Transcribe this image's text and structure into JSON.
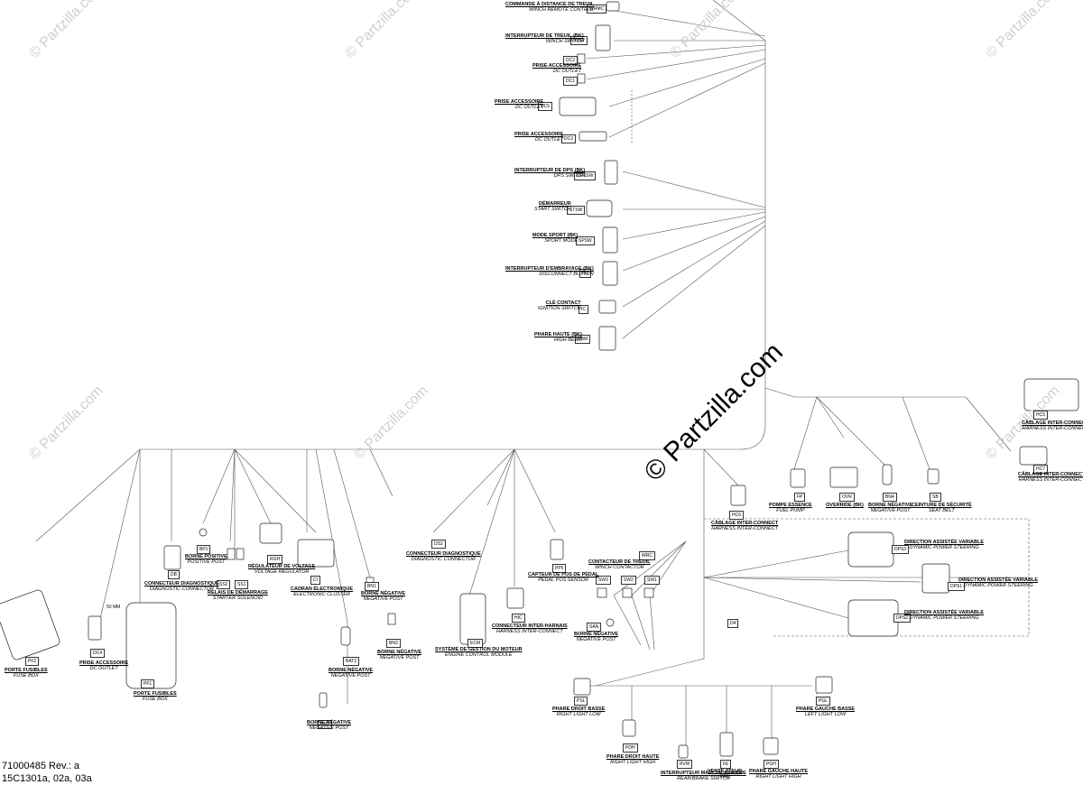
{
  "watermark": {
    "text": "© Partzilla.com"
  },
  "footer": {
    "line1": "71000485 Rev.: a",
    "line2": "15C1301a, 02a, 03a"
  },
  "misc": {
    "mm_label": "50 MM"
  },
  "components": [
    {
      "code": "WRMC",
      "fr": "COMMANDE À DISTANCE DE TREUIL",
      "en": "WINCH REMOTE CONTROL"
    },
    {
      "code": "SWW",
      "fr": "INTERRUPTEUR DE TREUIL (BK)",
      "en": "WINCH SWITCH"
    },
    {
      "code": "DC2",
      "fr": "PRISE ACCESSOIRE",
      "en": "DC OUTLET"
    },
    {
      "code": "DC1",
      "fr": "",
      "en": ""
    },
    {
      "code": "DC5",
      "fr": "PRISE ACCESSOIRE",
      "en": "DC OUTLET"
    },
    {
      "code": "DC3",
      "fr": "PRISE ACCESSOIRE",
      "en": "DC OUTLET"
    },
    {
      "code": "DPSSW",
      "fr": "INTERRUPTEUR DE DPS (BK)",
      "en": "DPS SWITCH"
    },
    {
      "code": "STSW",
      "fr": "DÉMARREUR",
      "en": "START SWITCH"
    },
    {
      "code": "SPSW",
      "fr": "MODE SPORT (BK)",
      "en": "SPORT MODE"
    },
    {
      "code": "BD",
      "fr": "INTERRUPTEUR D'EMBRAYAGE (BK)",
      "en": "DISCONNECT BUTTON"
    },
    {
      "code": "IC",
      "fr": "CLÉ CONTACT",
      "en": "IGNITION SWITCH"
    },
    {
      "code": "HBM",
      "fr": "PHARE HAUTE (BK)",
      "en": "HIGH BEAM"
    },
    {
      "code": "HC5",
      "fr": "CÂBLAGE INTER-CONNECT",
      "en": "HARNESS INTER-CONNECT"
    },
    {
      "code": "HC7",
      "fr": "CÂBLAGE INTER-CONNECT",
      "en": "HARNESS INTER-CONNECT"
    },
    {
      "code": "FP",
      "fr": "POMPE ESSENCE",
      "en": "FUEL PUMP"
    },
    {
      "code": "OVR",
      "fr": "OVERRIDE (BK)",
      "en": ""
    },
    {
      "code": "BN4",
      "fr": "BORNE NÉGATIVE",
      "en": "NEGATIVE POST"
    },
    {
      "code": "SB",
      "fr": "CEINTURE DE SÉCURITÉ",
      "en": "SEAT BELT"
    },
    {
      "code": "HC6",
      "fr": "CÂBLAGE INTER-CONNECT",
      "en": "HARNESS INTER-CONNECT"
    },
    {
      "code": "DPS3",
      "fr": "DIRECTION ASSISTÉE VARIABLE",
      "en": "DYNAMIC POWER STEERING"
    },
    {
      "code": "DPS1",
      "fr": "DIRECTION ASSISTÉE VARIABLE",
      "en": "DYNAMIC POWER STEERING"
    },
    {
      "code": "DPS2",
      "fr": "DIRECTION ASSISTÉE VARIABLE",
      "en": "DYNAMIC POWER STEERING"
    },
    {
      "code": "D4",
      "fr": "",
      "en": ""
    },
    {
      "code": "WRC",
      "fr": "CONTACTEUR DE TREUIL",
      "en": "WINCH CONTACTOR"
    },
    {
      "code": "SW3",
      "fr": "",
      "en": ""
    },
    {
      "code": "SW2",
      "fr": "",
      "en": ""
    },
    {
      "code": "SW1",
      "fr": "",
      "en": ""
    },
    {
      "code": "SAN",
      "fr": "BORNE NÉGATIVE",
      "en": "NEGATIVE POST"
    },
    {
      "code": "PP5",
      "fr": "CAPTEUR DE POS DE PÉDAL",
      "en": "PEDAL POS SENSOR"
    },
    {
      "code": "HIC",
      "fr": "CONNECTEUR INTER-HARNAIS",
      "en": "HARNESS INTER-CONNECT"
    },
    {
      "code": "ECM",
      "fr": "SYSTÈME DE GESTION DU MOTEUR",
      "en": "ENGINE CONTROL MODULE"
    },
    {
      "code": "DS2",
      "fr": "CONNECTEUR DIAGNOSTIQUE",
      "en": "DIAGNOSTIC CONNECTOR"
    },
    {
      "code": "PSL",
      "fr": "PHARE DROIT BASSE",
      "en": "RIGHT LIGHT LOW"
    },
    {
      "code": "PDH",
      "fr": "PHARE DROIT HAUTE",
      "en": "RIGHT LIGHT HIGH"
    },
    {
      "code": "RVM",
      "fr": "INTERRUPTEUR MARCHE ARRIÈRE",
      "en": "REAR/BRAKE SWITCH"
    },
    {
      "code": "FE",
      "fr": "VENTILATEUR",
      "en": "FAN"
    },
    {
      "code": "PGH",
      "fr": "PHARE GAUCHE HAUTE",
      "en": "RIGHT LIGHT HIGH"
    },
    {
      "code": "PGL",
      "fr": "PHARE GAUCHE BASSE",
      "en": "LEFT LIGHT LOW"
    },
    {
      "code": "BN1",
      "fr": "BORNE NÉGATIVE",
      "en": "NEGATIVE POST"
    },
    {
      "code": "BN3",
      "fr": "BORNE NÉGATIVE",
      "en": "NEGATIVE POST"
    },
    {
      "code": "BAT2",
      "fr": "BORNE NÉGATIVE",
      "en": "NEGATIVE POST"
    },
    {
      "code": "BN2",
      "fr": "BORNE NÉGATIVE",
      "en": "NEGATIVE POST"
    },
    {
      "code": "CI",
      "fr": "CADRAN ÉLECTRONIQUE",
      "en": "ELECTRONIC CLUSTER"
    },
    {
      "code": "RGH",
      "fr": "RÉGULATEUR DE VOLTAGE",
      "en": "VOLTAGE REGULATOR"
    },
    {
      "code": "BP1",
      "fr": "BORNE POSITIVE",
      "en": "POSITIVE POST"
    },
    {
      "code": "SS2",
      "fr": "RELAIS DE DÉMARRAGE",
      "en": "STARTER SOLENOID"
    },
    {
      "code": "SS1",
      "fr": "",
      "en": ""
    },
    {
      "code": "DB",
      "fr": "CONNECTEUR DIAGNOSTIQUE",
      "en": "DIAGNOSTIC CONNECTOR"
    },
    {
      "code": "PF1",
      "fr": "PORTE FUSIBLES",
      "en": "FUSE BOX"
    },
    {
      "code": "DC4",
      "fr": "PRISE ACCESSOIRE",
      "en": "DC OUTLET"
    },
    {
      "code": "PF2",
      "fr": "PORTE FUSIBLES",
      "en": "FUSE BOX"
    }
  ]
}
